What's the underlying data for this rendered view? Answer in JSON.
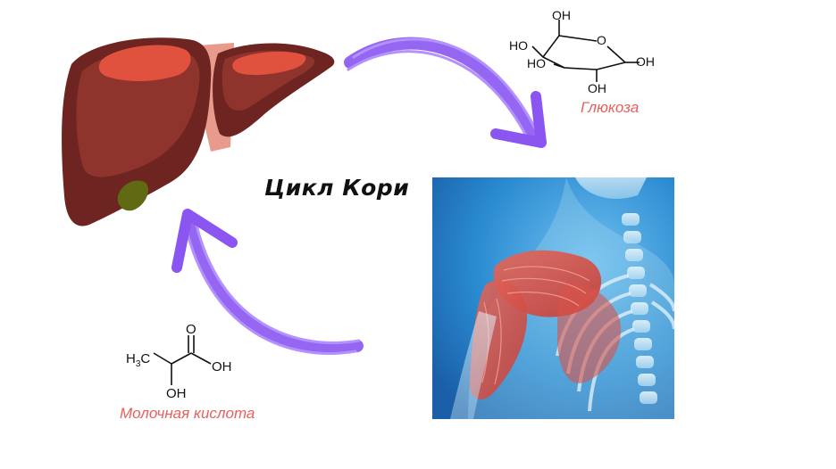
{
  "title": "Цикл Кори",
  "colors": {
    "arrow": "#8a55f0",
    "caption": "#e8605c",
    "liver_dark": "#6e2420",
    "liver_mid": "#8f342c",
    "liver_highlight": "#e0523e",
    "gallbladder": "#5f6a12",
    "muscle_bg": "#2a8ad0"
  },
  "glucose": {
    "caption": "Глюкоза",
    "labels": {
      "top_oh": "OH",
      "ho_left": "HO",
      "ho_mid": "HO",
      "oh_right": "OH",
      "oh_bottom": "OH",
      "ring_o": "O"
    }
  },
  "lactic_acid": {
    "caption": "Молочная кислота",
    "labels": {
      "h3c": "H",
      "h3c_sub": "3",
      "h3c_c": "C",
      "o_top": "O",
      "oh_right": "OH",
      "oh_bottom": "OH"
    }
  },
  "icons": {
    "liver": "liver-icon",
    "muscle": "shoulder-muscle-image",
    "arrow_top": "curved-arrow-to-glucose",
    "arrow_bottom": "curved-arrow-to-liver"
  }
}
